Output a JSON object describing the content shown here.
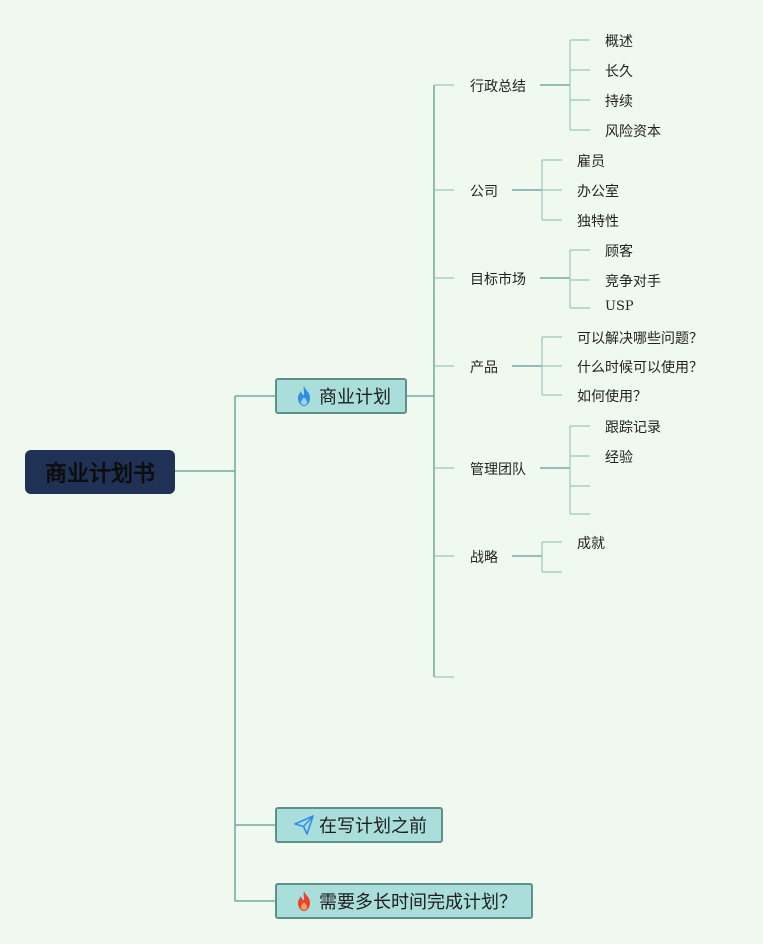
{
  "root": {
    "label": "商业计划书"
  },
  "main_topics": [
    {
      "label": "商业计划",
      "icon": "fire-icon",
      "icon_color": "#2f8ee8"
    },
    {
      "label": "在写计划之前",
      "icon": "paper-plane-icon",
      "icon_color": "#2f8ee8"
    },
    {
      "label": "需要多长时间完成计划？",
      "icon": "fire-icon",
      "icon_color": "#e8412f"
    }
  ],
  "subtopics": [
    {
      "label": "行政总结",
      "children": [
        "概述",
        "长久",
        "持续",
        "风险资本"
      ]
    },
    {
      "label": "公司",
      "children": [
        "雇员",
        "办公室",
        "独特性"
      ]
    },
    {
      "label": "目标市场",
      "children": [
        "顾客",
        "竞争对手",
        "USP"
      ]
    },
    {
      "label": "产品",
      "children": [
        "可以解决哪些问题？",
        "什么时候可以使用？",
        "如何使用？"
      ]
    },
    {
      "label": "管理团队",
      "children": [
        "跟踪记录",
        "经验",
        "",
        ""
      ]
    },
    {
      "label": "战略",
      "children": [
        "成就",
        ""
      ]
    }
  ],
  "colors": {
    "background": "#f0f9ef",
    "root_fill": "#1f3154",
    "topic_fill": "#a9dedb",
    "topic_border": "#5f9189",
    "connector": "#5e9c92"
  }
}
